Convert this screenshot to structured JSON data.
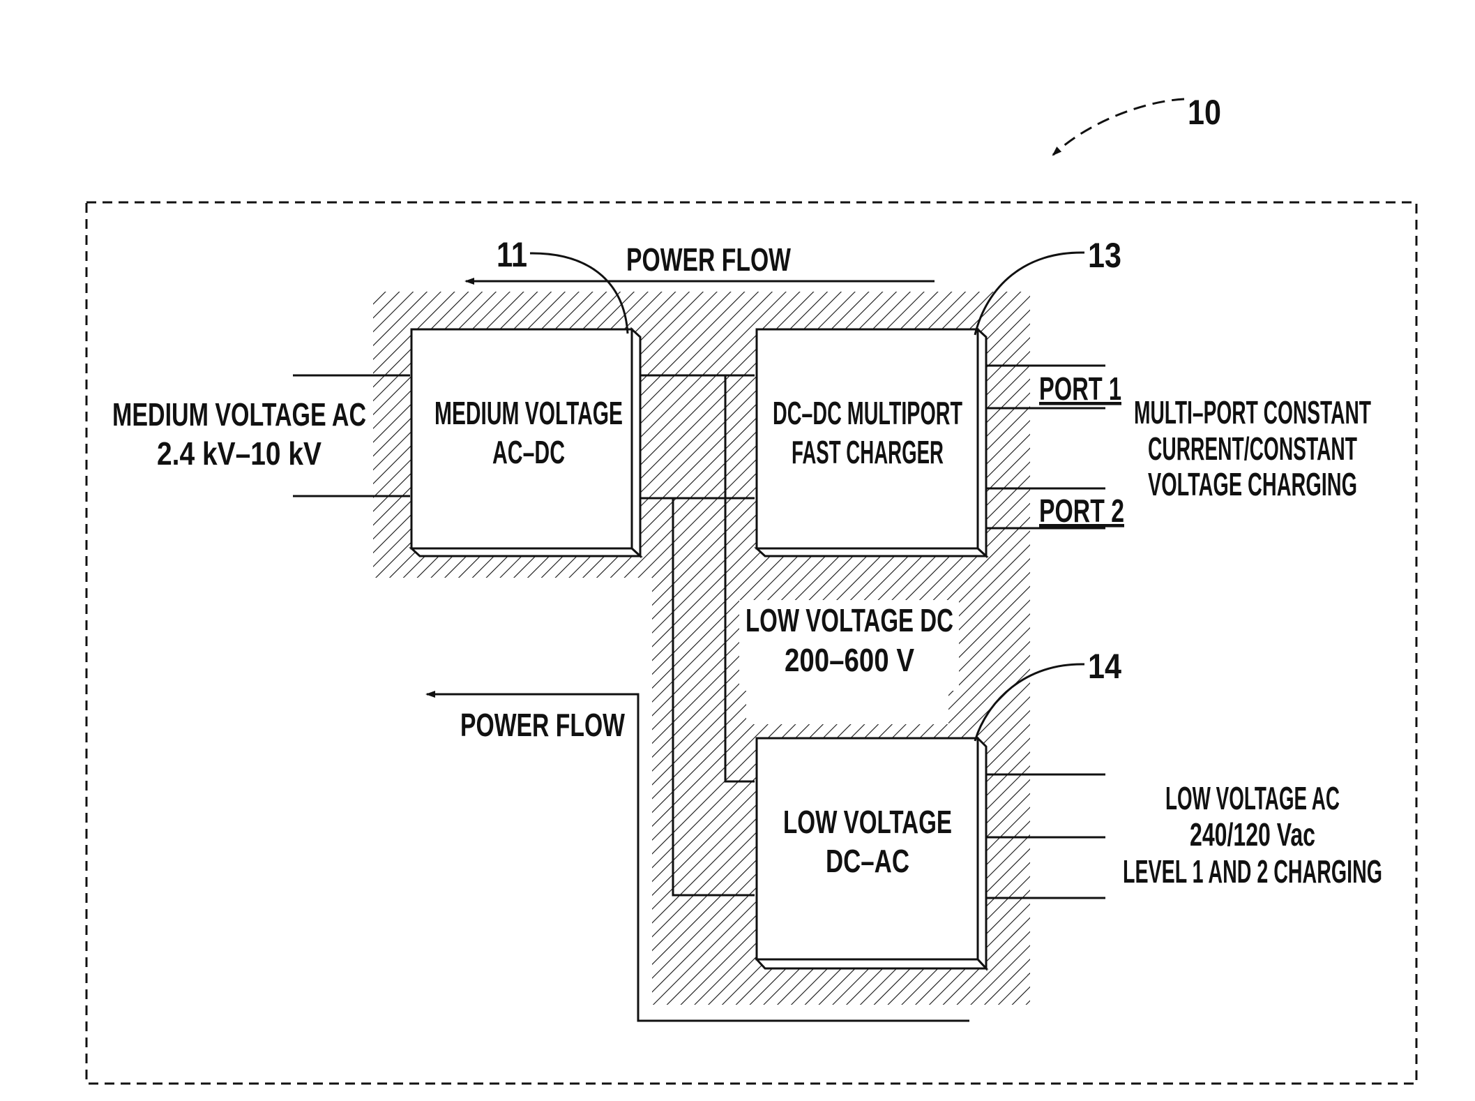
{
  "figure_number": "10",
  "reference_numerals": {
    "medium_voltage_ac_dc": "11",
    "dc_dc_multiport": "13",
    "low_voltage_dc_ac": "14"
  },
  "blocks": {
    "medium_voltage_ac_dc": [
      "MEDIUM VOLTAGE",
      "AC–DC"
    ],
    "dc_dc_multiport": [
      "DC–DC MULTIPORT",
      "FAST CHARGER"
    ],
    "low_voltage_dc_ac": [
      "LOW VOLTAGE",
      "DC–AC"
    ]
  },
  "labels": {
    "medium_voltage_ac": [
      "MEDIUM VOLTAGE AC",
      "2.4 kV–10 kV"
    ],
    "low_voltage_dc_bus": [
      "LOW VOLTAGE DC",
      "200–600 V"
    ],
    "multiport_charging": [
      "MULTI–PORT CONSTANT",
      "CURRENT/CONSTANT",
      "VOLTAGE CHARGING"
    ],
    "low_voltage_ac": [
      "LOW VOLTAGE AC",
      "240/120 Vac",
      "LEVEL 1 AND 2 CHARGING"
    ],
    "power_flow_top": "POWER FLOW",
    "power_flow_left": "POWER FLOW"
  },
  "ports": {
    "port1": "PORT 1",
    "port2": "PORT 2"
  },
  "colors": {
    "ink": "#111111",
    "background": "#ffffff"
  }
}
